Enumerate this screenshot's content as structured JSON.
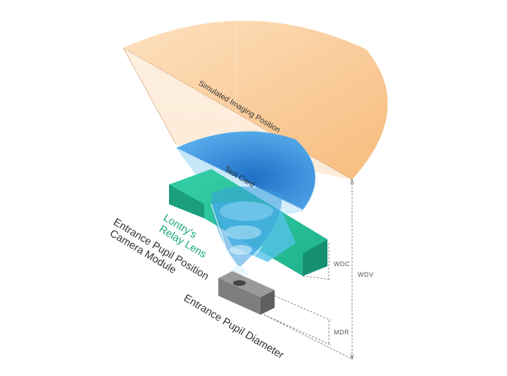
{
  "labels": {
    "simulated_imaging_position": "Simulated Imaging Position",
    "test_card": "Test Card",
    "relay_lens_line1": "Lontry's",
    "relay_lens_line2": "Relay Lens",
    "entrance_pupil_position": "Entrance Pupil Position",
    "camera_module": "Camera Module",
    "entrance_pupil_diameter": "Entrance Pupil Diameter"
  },
  "dimensions": {
    "wdc": "WDC",
    "wdv": "WDV",
    "mdr": "MDR"
  },
  "colors": {
    "imaging_orange": "#f9c894",
    "test_card_blue": "#2f86db",
    "relay_lens_green": "#26c09a",
    "label_green": "#16a77a",
    "camera_gray": "#6a6a6a"
  }
}
